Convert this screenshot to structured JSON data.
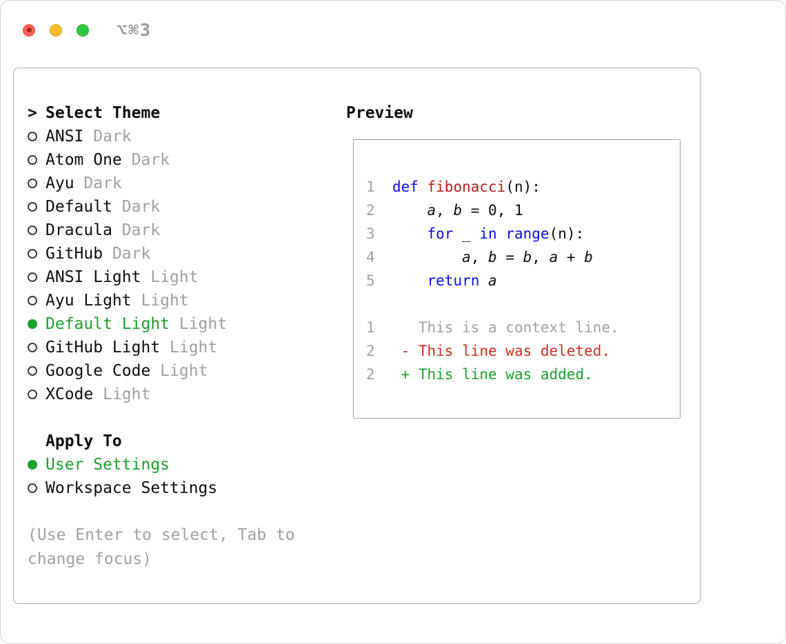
{
  "window": {
    "shortcut": "⌥⌘3"
  },
  "selector": {
    "prompt": ">",
    "title": "Select Theme",
    "themes": [
      {
        "name": "ANSI",
        "variant": "Dark",
        "selected": false
      },
      {
        "name": "Atom One",
        "variant": "Dark",
        "selected": false
      },
      {
        "name": "Ayu",
        "variant": "Dark",
        "selected": false
      },
      {
        "name": "Default",
        "variant": "Dark",
        "selected": false
      },
      {
        "name": "Dracula",
        "variant": "Dark",
        "selected": false
      },
      {
        "name": "GitHub",
        "variant": "Dark",
        "selected": false
      },
      {
        "name": "ANSI Light",
        "variant": "Light",
        "selected": false
      },
      {
        "name": "Ayu Light",
        "variant": "Light",
        "selected": false
      },
      {
        "name": "Default Light",
        "variant": "Light",
        "selected": true
      },
      {
        "name": "GitHub Light",
        "variant": "Light",
        "selected": false
      },
      {
        "name": "Google Code",
        "variant": "Light",
        "selected": false
      },
      {
        "name": "XCode",
        "variant": "Light",
        "selected": false
      }
    ],
    "apply_title": "Apply To",
    "apply_options": [
      {
        "label": "User Settings",
        "selected": true
      },
      {
        "label": "Workspace Settings",
        "selected": false
      }
    ],
    "hint_lines": [
      "(Use Enter to select, Tab to",
      "change focus)"
    ]
  },
  "preview": {
    "title": "Preview",
    "code_lines": [
      {
        "num": "1",
        "tokens": [
          {
            "text": "def ",
            "style": "kw"
          },
          {
            "text": "fibonacci",
            "style": "fn"
          },
          {
            "text": "(n):",
            "style": "plain"
          }
        ]
      },
      {
        "num": "2",
        "tokens": [
          {
            "text": "    ",
            "style": "plain"
          },
          {
            "text": "a",
            "style": "var"
          },
          {
            "text": ", ",
            "style": "plain"
          },
          {
            "text": "b",
            "style": "var"
          },
          {
            "text": " = 0, 1",
            "style": "plain"
          }
        ]
      },
      {
        "num": "3",
        "tokens": [
          {
            "text": "    ",
            "style": "plain"
          },
          {
            "text": "for",
            "style": "kw"
          },
          {
            "text": " _ ",
            "style": "plain"
          },
          {
            "text": "in",
            "style": "kw"
          },
          {
            "text": " ",
            "style": "plain"
          },
          {
            "text": "range",
            "style": "kw"
          },
          {
            "text": "(n):",
            "style": "plain"
          }
        ]
      },
      {
        "num": "4",
        "tokens": [
          {
            "text": "        ",
            "style": "plain"
          },
          {
            "text": "a",
            "style": "var"
          },
          {
            "text": ", ",
            "style": "plain"
          },
          {
            "text": "b",
            "style": "var"
          },
          {
            "text": " = ",
            "style": "plain"
          },
          {
            "text": "b",
            "style": "var"
          },
          {
            "text": ", ",
            "style": "plain"
          },
          {
            "text": "a",
            "style": "var"
          },
          {
            "text": " + ",
            "style": "plain"
          },
          {
            "text": "b",
            "style": "var"
          }
        ]
      },
      {
        "num": "5",
        "tokens": [
          {
            "text": "    ",
            "style": "plain"
          },
          {
            "text": "return",
            "style": "kw"
          },
          {
            "text": " ",
            "style": "plain"
          },
          {
            "text": "a",
            "style": "var"
          }
        ]
      }
    ],
    "diff_lines": [
      {
        "num": "1",
        "sign": " ",
        "text": "This is a context line.",
        "type": "context"
      },
      {
        "num": "2",
        "sign": "-",
        "text": "This line was deleted.",
        "type": "deleted"
      },
      {
        "num": "2",
        "sign": "+",
        "text": "This line was added.",
        "type": "added"
      }
    ]
  },
  "colors": {
    "keyword": "#0b0bea",
    "function_name": "#b71c1c",
    "added": "#1aa02e",
    "deleted": "#d22b20",
    "selected": "#1aa02e",
    "muted": "#9ea0a4",
    "text": "#0d0d0d"
  }
}
